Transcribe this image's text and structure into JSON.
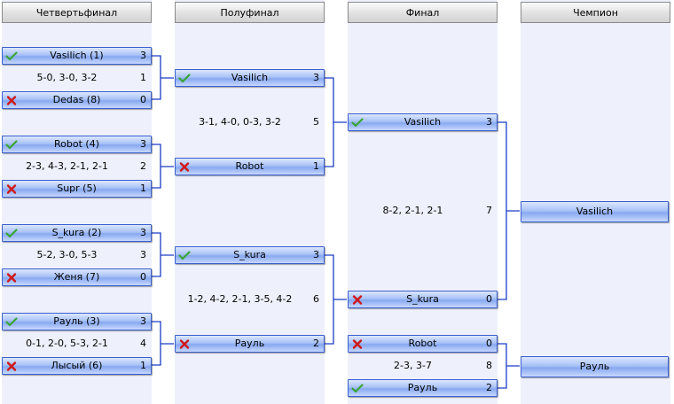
{
  "columns": {
    "quarterfinal": "Четвертьфинал",
    "semifinal": "Полуфинал",
    "final": "Финал",
    "champion": "Чемпион"
  },
  "quarterfinals": [
    {
      "winner": {
        "name": "Vasilich (1)",
        "score": "3"
      },
      "loser": {
        "name": "Dedas (8)",
        "score": "0"
      },
      "detail": "5-0, 3-0, 3-2",
      "games": "1"
    },
    {
      "winner": {
        "name": "Robot (4)",
        "score": "3"
      },
      "loser": {
        "name": "Supr (5)",
        "score": "1"
      },
      "detail": "2-3, 4-3, 2-1, 2-1",
      "games": "2"
    },
    {
      "winner": {
        "name": "S_kura (2)",
        "score": "3"
      },
      "loser": {
        "name": "Женя (7)",
        "score": "0"
      },
      "detail": "5-2, 3-0, 5-3",
      "games": "3"
    },
    {
      "winner": {
        "name": "Рауль (3)",
        "score": "3"
      },
      "loser": {
        "name": "Лысый (6)",
        "score": "1"
      },
      "detail": "0-1, 2-0, 5-3, 2-1",
      "games": "4"
    }
  ],
  "semifinals": [
    {
      "winner": {
        "name": "Vasilich",
        "score": "3"
      },
      "loser": {
        "name": "Robot",
        "score": "1"
      },
      "detail": "3-1, 4-0, 0-3, 3-2",
      "games": "5"
    },
    {
      "winner": {
        "name": "S_kura",
        "score": "3"
      },
      "loser": {
        "name": "Рауль",
        "score": "2"
      },
      "detail": "1-2, 4-2, 2-1, 3-5, 4-2",
      "games": "6"
    }
  ],
  "final": {
    "winner": {
      "name": "Vasilich",
      "score": "3"
    },
    "loser": {
      "name": "S_kura",
      "score": "0"
    },
    "detail": "8-2, 2-1, 2-1",
    "games": "7"
  },
  "third_place": {
    "loser": {
      "name": "Robot",
      "score": "0"
    },
    "winner": {
      "name": "Рауль",
      "score": "2"
    },
    "detail": "2-3, 3-7",
    "games": "8"
  },
  "champion": {
    "first": "Vasilich",
    "third": "Рауль"
  },
  "icons": {
    "win": "check-icon",
    "loss": "cross-icon"
  },
  "colors": {
    "check": "#3aa536",
    "cross": "#d01818",
    "connector": "#1a3cc8",
    "row_border": "#3a5fcd"
  }
}
